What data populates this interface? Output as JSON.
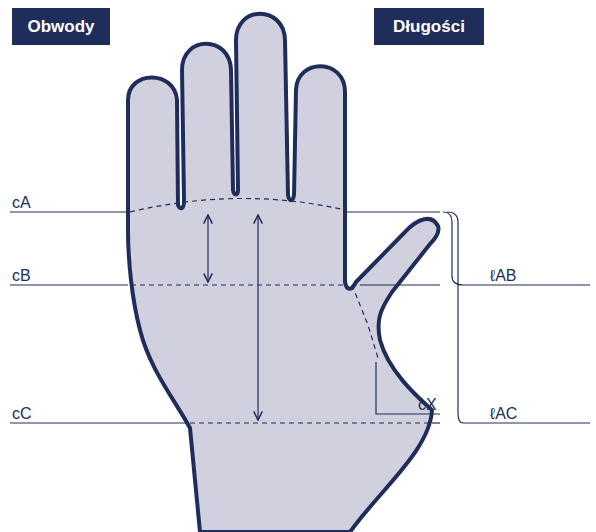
{
  "diagram": {
    "nodes": [
      {
        "text": [
          "Obwody"
        ]
      },
      {
        "text": [
          "Długości"
        ]
      }
    ],
    "labels": [
      "cA",
      "cB",
      "cC",
      "cX",
      "ℓAB",
      "ℓAC"
    ]
  }
}
